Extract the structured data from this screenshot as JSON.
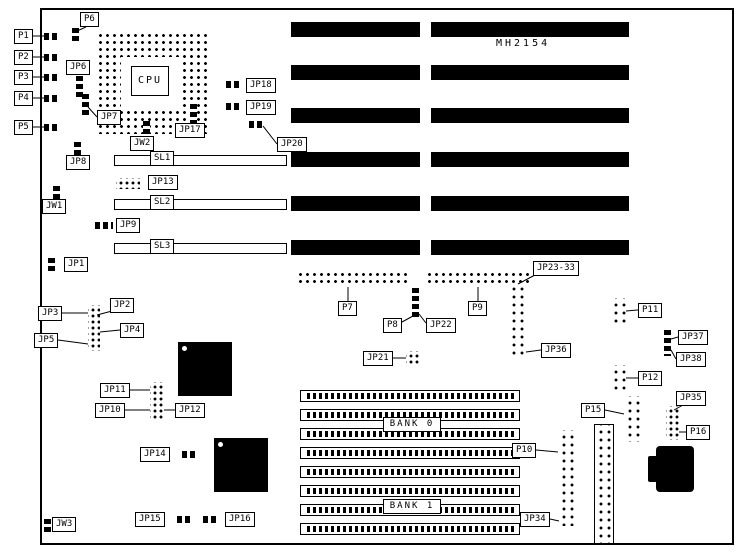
{
  "board": {
    "part_number": "MH2154"
  },
  "cpu": {
    "label": "CPU"
  },
  "banks": {
    "bank0": "BANK 0",
    "bank1": "BANK 1"
  },
  "labels": {
    "p1": "P1",
    "p2": "P2",
    "p3": "P3",
    "p4": "P4",
    "p5": "P5",
    "p6": "P6",
    "p7": "P7",
    "p8": "P8",
    "p9": "P9",
    "p10": "P10",
    "p11": "P11",
    "p12": "P12",
    "p15": "P15",
    "p16": "P16",
    "jp1": "JP1",
    "jp2": "JP2",
    "jp3": "JP3",
    "jp4": "JP4",
    "jp5": "JP5",
    "jp6": "JP6",
    "jp7": "JP7",
    "jp8": "JP8",
    "jp9": "JP9",
    "jp10": "JP10",
    "jp11": "JP11",
    "jp12": "JP12",
    "jp13": "JP13",
    "jp14": "JP14",
    "jp15": "JP15",
    "jp16": "JP16",
    "jp17": "JP17",
    "jp18": "JP18",
    "jp19": "JP19",
    "jp20": "JP20",
    "jp21": "JP21",
    "jp22": "JP22",
    "jp23_33": "JP23-33",
    "jp34": "JP34",
    "jp35": "JP35",
    "jp36": "JP36",
    "jp37": "JP37",
    "jp38": "JP38",
    "jw1": "JW1",
    "jw2": "JW2",
    "jw3": "JW3",
    "sl1": "SL1",
    "sl2": "SL2",
    "sl3": "SL3"
  }
}
